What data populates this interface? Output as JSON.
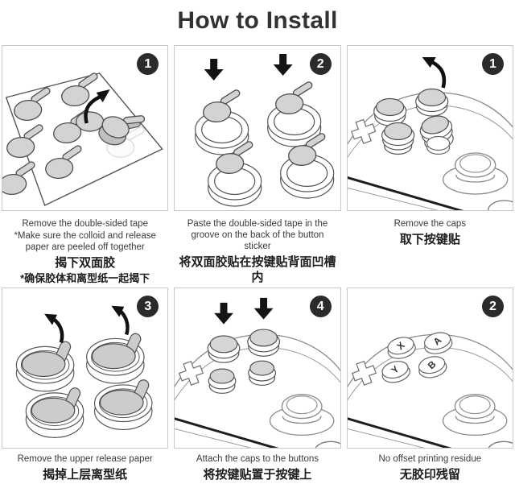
{
  "title": "How to Install",
  "panels": [
    {
      "name": "remove-double-sided-tape",
      "step": "1",
      "caption_en": "Remove the double-sided tape",
      "caption_en_note": "*Make sure the colloid and release paper are peeled off together",
      "caption_zh": "揭下双面胶",
      "caption_zh_note": "*确保胶体和离型纸一起揭下"
    },
    {
      "name": "paste-tape-in-groove",
      "step": "2",
      "caption_en": "Paste the double-sided tape in the groove on the back of the button sticker",
      "caption_zh": "将双面胶贴在按键贴背面凹槽内"
    },
    {
      "name": "remove-caps",
      "step": "1",
      "caption_en": "Remove the caps",
      "caption_zh": "取下按键贴"
    },
    {
      "name": "remove-upper-release-paper",
      "step": "3",
      "caption_en": "Remove the upper release paper",
      "caption_zh": "揭掉上层离型纸"
    },
    {
      "name": "attach-caps",
      "step": "4",
      "caption_en": "Attach the caps to the buttons",
      "caption_zh": "将按键贴置于按键上"
    },
    {
      "name": "no-offset-printing-residue",
      "step": "2",
      "caption_en": "No offset printing residue",
      "caption_zh": "无胶印残留"
    }
  ],
  "controller_buttons": {
    "top_left": "X",
    "top_right": "A",
    "bottom_left": "Y",
    "bottom_right": "B"
  },
  "icons": {
    "step-badge": "black-circle-with-white-number",
    "peel-arrow-icon": "curved-up-arrow",
    "press-arrow-icon": "solid-down-arrow"
  },
  "colors": {
    "background": "#ffffff",
    "title_text": "#323232",
    "caption_text": "#3a3a3a",
    "caption_zh_text": "#1d1d1d",
    "panel_border": "#c9c9c9",
    "badge_bg": "#2b2b2b",
    "badge_text": "#ffffff",
    "sticker_fill": "#d3d3d3",
    "sketch_line": "#8a8a8a",
    "dark_line": "#1e1e1e"
  }
}
